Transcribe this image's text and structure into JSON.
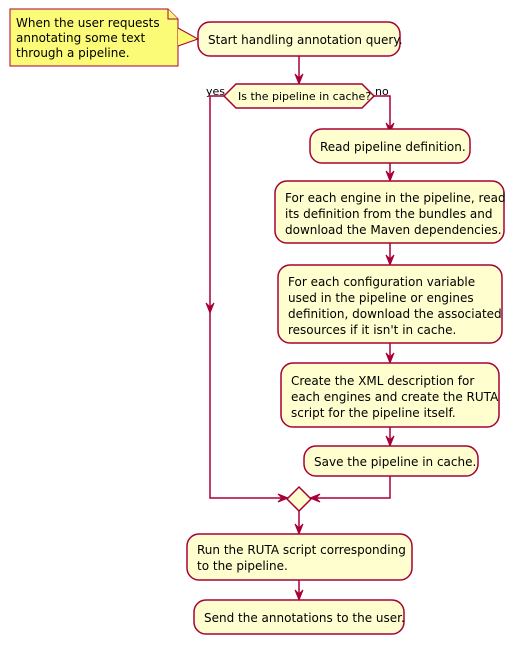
{
  "note": {
    "lines": [
      "When the user requests",
      "annotating some text",
      "through a pipeline."
    ]
  },
  "activities": {
    "start": {
      "lines": [
        "Start handling annotation query."
      ]
    },
    "read_pipeline": {
      "lines": [
        "Read pipeline definition."
      ]
    },
    "each_engine": {
      "lines": [
        "For each engine in the pipeline, read",
        "its definition from the bundles and",
        "download the Maven dependencies."
      ]
    },
    "each_config": {
      "lines": [
        "For each configuration variable",
        "used in the pipeline or engines",
        "definition, download the associated",
        "resources if it isn't in cache."
      ]
    },
    "create_xml": {
      "lines": [
        "Create the XML description for",
        "each engines and create the RUTA",
        "script for the pipeline itself."
      ]
    },
    "save_cache": {
      "lines": [
        "Save the pipeline in cache."
      ]
    },
    "run_ruta": {
      "lines": [
        "Run the RUTA script corresponding",
        "to the pipeline."
      ]
    },
    "send_annotations": {
      "lines": [
        "Send the annotations to the user."
      ]
    }
  },
  "decision": {
    "question": "Is the pipeline in cache?",
    "yes_label": "yes",
    "no_label": "no"
  },
  "colors": {
    "activity_fill": "#FEFECE",
    "note_fill": "#FBFB77",
    "border": "#A80036"
  }
}
